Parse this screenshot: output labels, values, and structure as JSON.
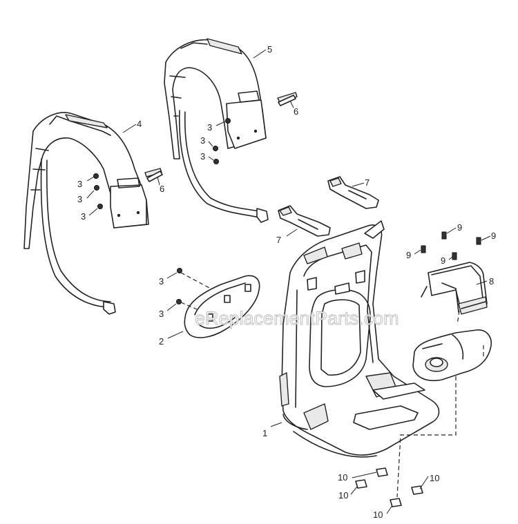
{
  "watermark": "eReplacementParts.com",
  "callouts": {
    "c1": "1",
    "c2": "2",
    "c3a": "3",
    "c3b": "3",
    "c3c": "3",
    "c3d": "3",
    "c3e": "3",
    "c3f": "3",
    "c3g": "3",
    "c3h": "3",
    "c4": "4",
    "c5": "5",
    "c6a": "6",
    "c6b": "6",
    "c7a": "7",
    "c7b": "7",
    "c8": "8",
    "c9a": "9",
    "c9b": "9",
    "c9c": "9",
    "c9d": "9",
    "c10a": "10",
    "c10b": "10",
    "c10c": "10",
    "c10d": "10"
  },
  "colors": {
    "line": "#222222",
    "fill": "#ffffff",
    "shade": "#e9e9e9"
  }
}
